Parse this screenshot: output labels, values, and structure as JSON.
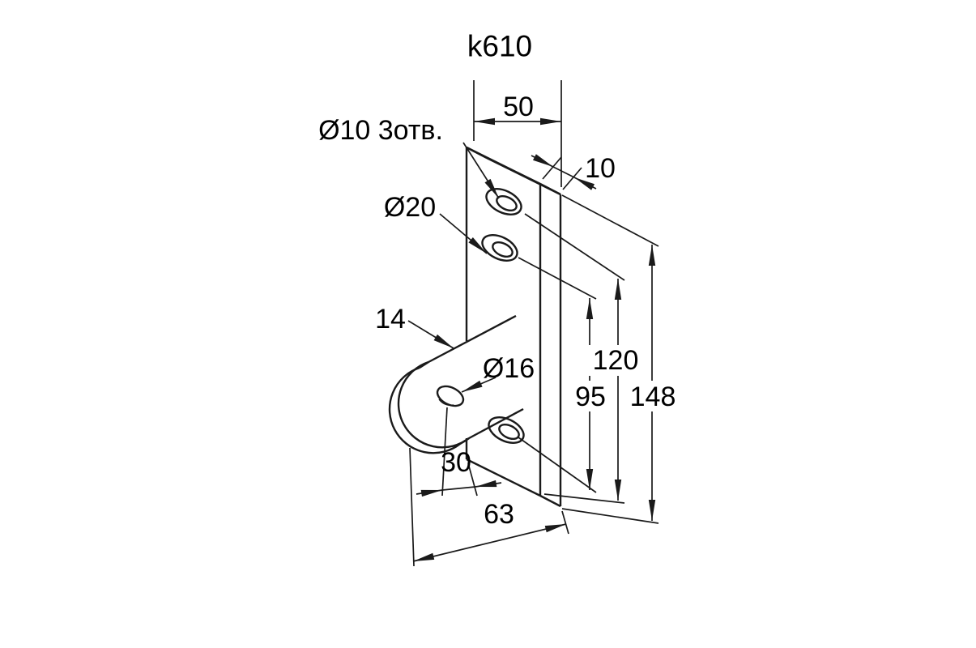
{
  "title": "k610",
  "colors": {
    "background": "#ffffff",
    "line": "#1a1a1a",
    "text": "#000000"
  },
  "annotations": {
    "holes_note": "Ø10 3отв.",
    "counterbore_dia": "Ø20",
    "lug_thickness": "14",
    "lug_hole_dia": "Ø16"
  },
  "dimensions": {
    "top_width": "50",
    "plate_thickness": "10",
    "hole_spacing_95": "95",
    "hole_spacing_120": "120",
    "total_height_148": "148",
    "lug_offset_30": "30",
    "base_width_63": "63"
  }
}
